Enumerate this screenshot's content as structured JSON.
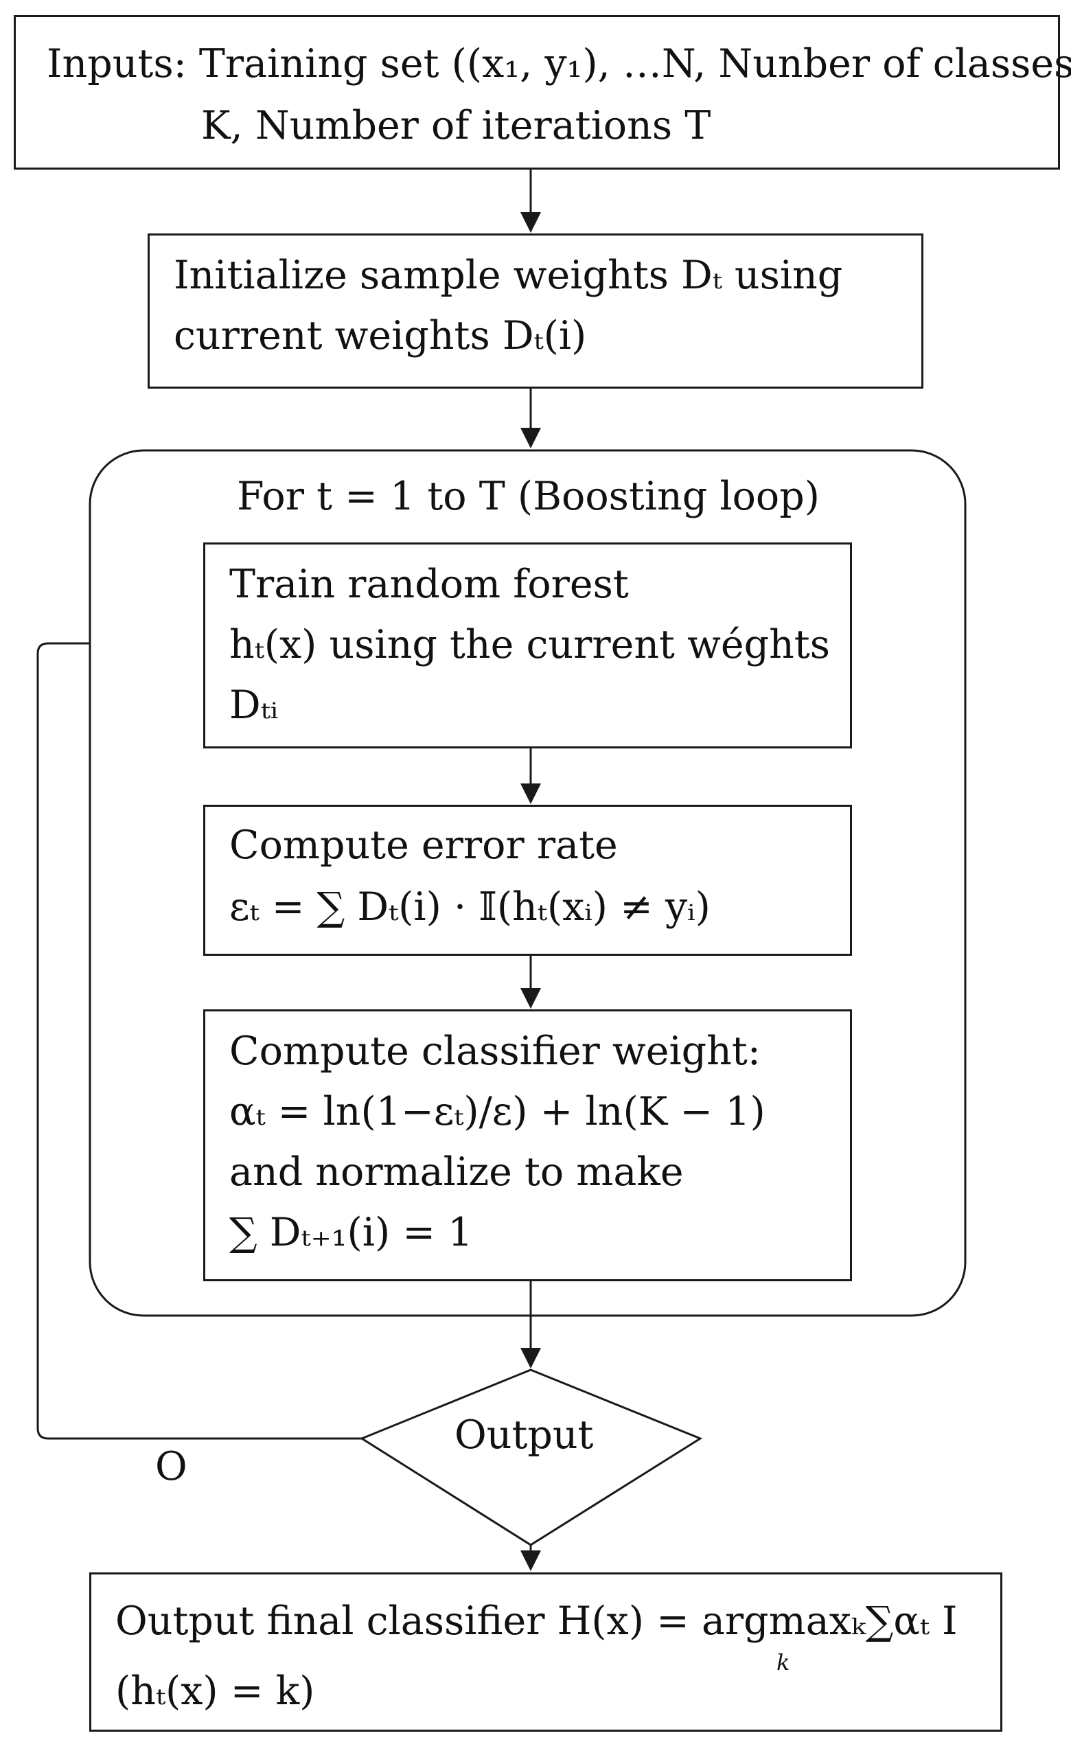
{
  "inputs": {
    "line1": "Inputs: Training set ((x₁, y₁), …N, Nunber of classes",
    "line2": "K, Number of iterations T"
  },
  "init": {
    "line1": "Initialize sample weights Dₜ using",
    "line2": "current weights Dₜ(i)"
  },
  "loop": {
    "title": "For t = 1 to T (Boosting loop)"
  },
  "train": {
    "line1": "Train random forest",
    "line2": "hₜ(x) using the current wéghts",
    "line3": "Dₜᵢ"
  },
  "error": {
    "line1": "Compute error rate",
    "line2": "εₜ = ∑ Dₜ(i) · 𝕀(hₜ(xᵢ) ≠ yᵢ)"
  },
  "weight": {
    "line1": "Compute classifier weight:",
    "line2": "αₜ = ln(1−εₜ)/ε) + ln(K − 1)",
    "line3": "and normalize to make",
    "line4": "∑ Dₜ₊₁(i) = 1"
  },
  "decision": {
    "label": "Output",
    "branch_label": "O"
  },
  "final": {
    "line1": "Output final classifier H(x) = argmaxₖ∑αₜ I",
    "sub": "k",
    "line2": "(hₜ(x) = k)"
  }
}
